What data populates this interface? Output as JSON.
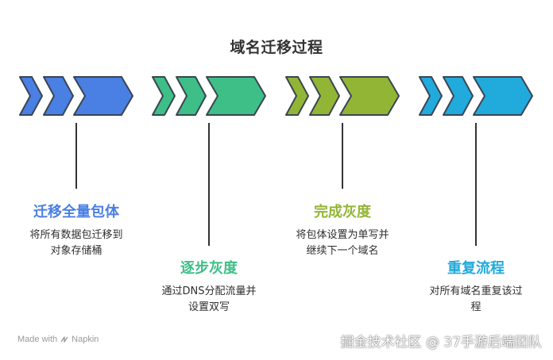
{
  "title": "域名迁移过程",
  "colors": {
    "blue": "#4a7fe3",
    "green": "#3dbf87",
    "olive": "#93b535",
    "cyan": "#21aadc",
    "outline": "#3a4552",
    "connector": "#333333"
  },
  "steps": [
    {
      "title": "迁移全量包体",
      "desc_line1": "将所有数据包迁移到",
      "desc_line2": "对象存储桶",
      "color": "#4a7fe3"
    },
    {
      "title": "逐步灰度",
      "desc_line1": "通过DNS分配流量并",
      "desc_line2": "设置双写",
      "color": "#3dbf87"
    },
    {
      "title": "完成灰度",
      "desc_line1": "将包体设置为单写并",
      "desc_line2": "继续下一个域名",
      "color": "#93b535"
    },
    {
      "title": "重复流程",
      "desc_line1": "对所有域名重复该过",
      "desc_line2": "程",
      "color": "#21aadc"
    }
  ],
  "footer": {
    "made_with": "Made with",
    "napkin": "Napkin",
    "credit": "掘金技术社区 @ 37手游后端团队"
  }
}
